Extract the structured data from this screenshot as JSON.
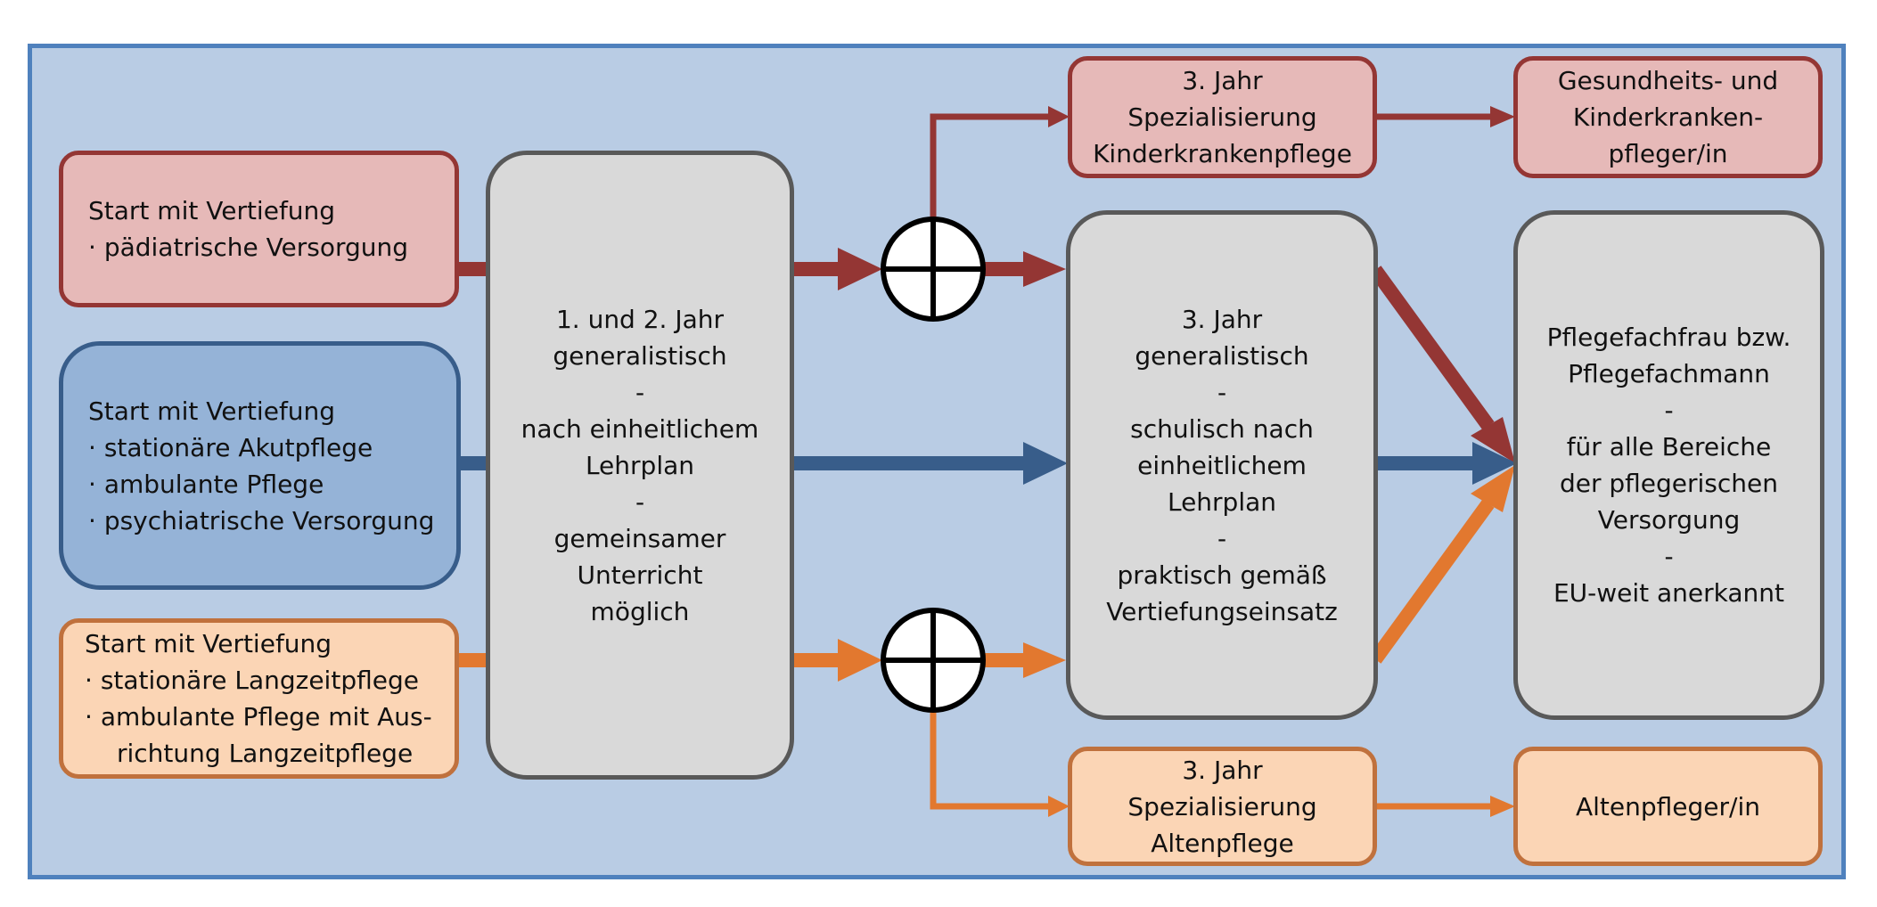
{
  "colors": {
    "panel_bg": "#b9cce4",
    "panel_border": "#4f81bd",
    "red_fill": "#e6b9b8",
    "red_line": "#943634",
    "blue_fill": "#95b3d7",
    "blue_line": "#385d8a",
    "orange_fill": "#fbd5b5",
    "orange_line": "#e2782f",
    "gray_fill": "#d9d9d9",
    "gray_line": "#595959"
  },
  "start_boxes": {
    "paediatric": {
      "heading": "Start mit Vertiefung",
      "items": [
        "pädiatrische Versorgung"
      ]
    },
    "acute": {
      "heading": "Start mit Vertiefung",
      "items": [
        "stationäre Akutpflege",
        "ambulante Pflege",
        "psychiatrische Versorgung"
      ]
    },
    "longterm": {
      "heading": "Start mit Vertiefung",
      "item1": "stationäre Langzeitpflege",
      "item2_line1": "ambulante Pflege mit Aus-",
      "item2_line2": "richtung Langzeitpflege"
    }
  },
  "year12": {
    "text": "1. und 2. Jahr\ngeneralistisch\n-\nnach einheitlichem\nLehrplan\n-\ngemeinsamer\nUnterricht\nmöglich"
  },
  "year3_general": {
    "text": "3. Jahr\ngeneralistisch\n-\nschulisch nach\neinheitlichem\nLehrplan\n-\npraktisch gemäß\nVertiefungseinsatz"
  },
  "year3_children": {
    "text": "3. Jahr\nSpezialisierung\nKinderkrankenpflege"
  },
  "year3_elderly": {
    "text": "3. Jahr\nSpezialisierung\nAltenpflege"
  },
  "outcome_general": {
    "text": "Pflegefachfrau bzw.\nPflegefachmann\n-\nfür alle Bereiche\nder pflegerischen\nVersorgung\n-\nEU-weit anerkannt"
  },
  "outcome_children": {
    "text": "Gesundheits- und\nKinderkranken-\npfleger/in"
  },
  "outcome_elderly": {
    "text": "Altenpfleger/in"
  }
}
